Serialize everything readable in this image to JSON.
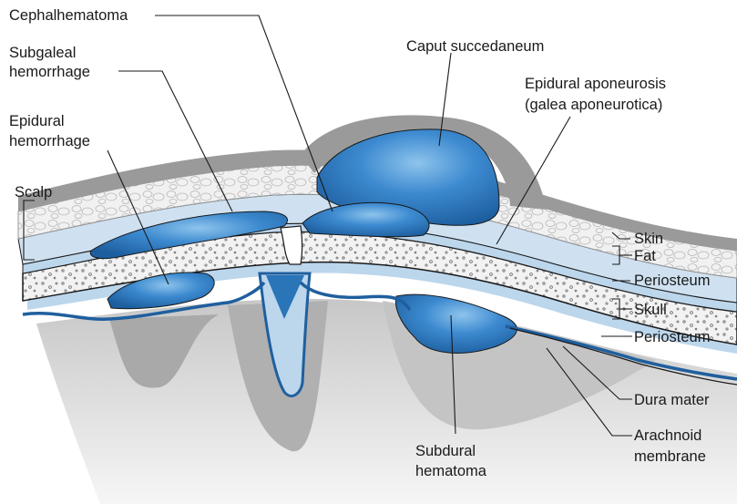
{
  "labels": {
    "cephalhematoma": "Cephalhematoma",
    "caput_succedaneum": "Caput succedaneum",
    "subgaleal_hemorrhage_1": "Subgaleal",
    "subgaleal_hemorrhage_2": "hemorrhage",
    "epidural_aponeurosis_1": "Epidural aponeurosis",
    "epidural_aponeurosis_2": "(galea aponeurotica)",
    "epidural_hemorrhage_1": "Epidural",
    "epidural_hemorrhage_2": "hemorrhage",
    "scalp": "Scalp",
    "skin": "Skin",
    "fat": "Fat",
    "periosteum_outer": "Periosteum",
    "skull": "Skull",
    "periosteum_inner": "Periosteum",
    "dura_mater": "Dura mater",
    "arachnoid_membrane_1": "Arachnoid",
    "arachnoid_membrane_2": "membrane",
    "subdural_hematoma_1": "Subdural",
    "subdural_hematoma_2": "hematoma"
  },
  "colors": {
    "blood_blue": "#2a74b8",
    "fluid_light_blue": "#bcd6ec",
    "skin_gray": "#9a9a9a",
    "brain_gray": "#dcdcdc",
    "brain_shadow": "#bdbdbd",
    "bone_white": "#f4f4f4",
    "dura_line": "#1f5f9e"
  }
}
